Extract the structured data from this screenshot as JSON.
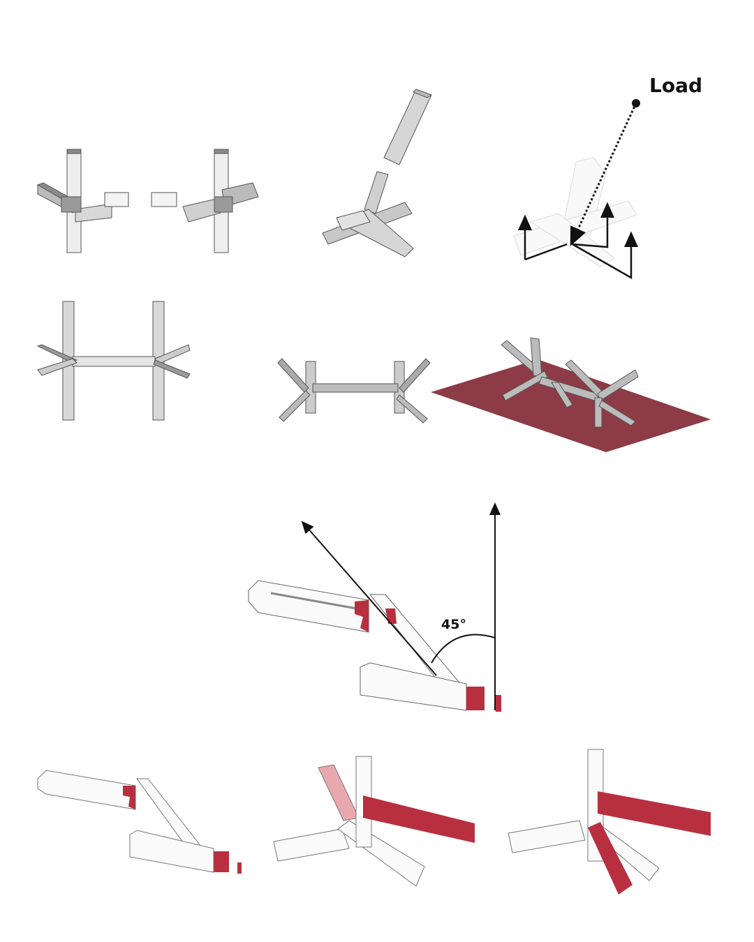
{
  "labels": {
    "load": "Load",
    "angle": "45°"
  },
  "colors": {
    "accent_red": "#b8303f",
    "ground_plane": "#8c3b47",
    "beam_grey": "#c9c9c9",
    "beam_dark": "#8f8f8f",
    "line": "#111111"
  },
  "panels": [
    "joint-pair-top-view",
    "exploded-joint",
    "load-diagram",
    "frame-top-view",
    "frame-perspective",
    "frame-on-ground-plane",
    "joint-45-degree-detail",
    "joint-step-1",
    "joint-step-2",
    "joint-step-3"
  ]
}
